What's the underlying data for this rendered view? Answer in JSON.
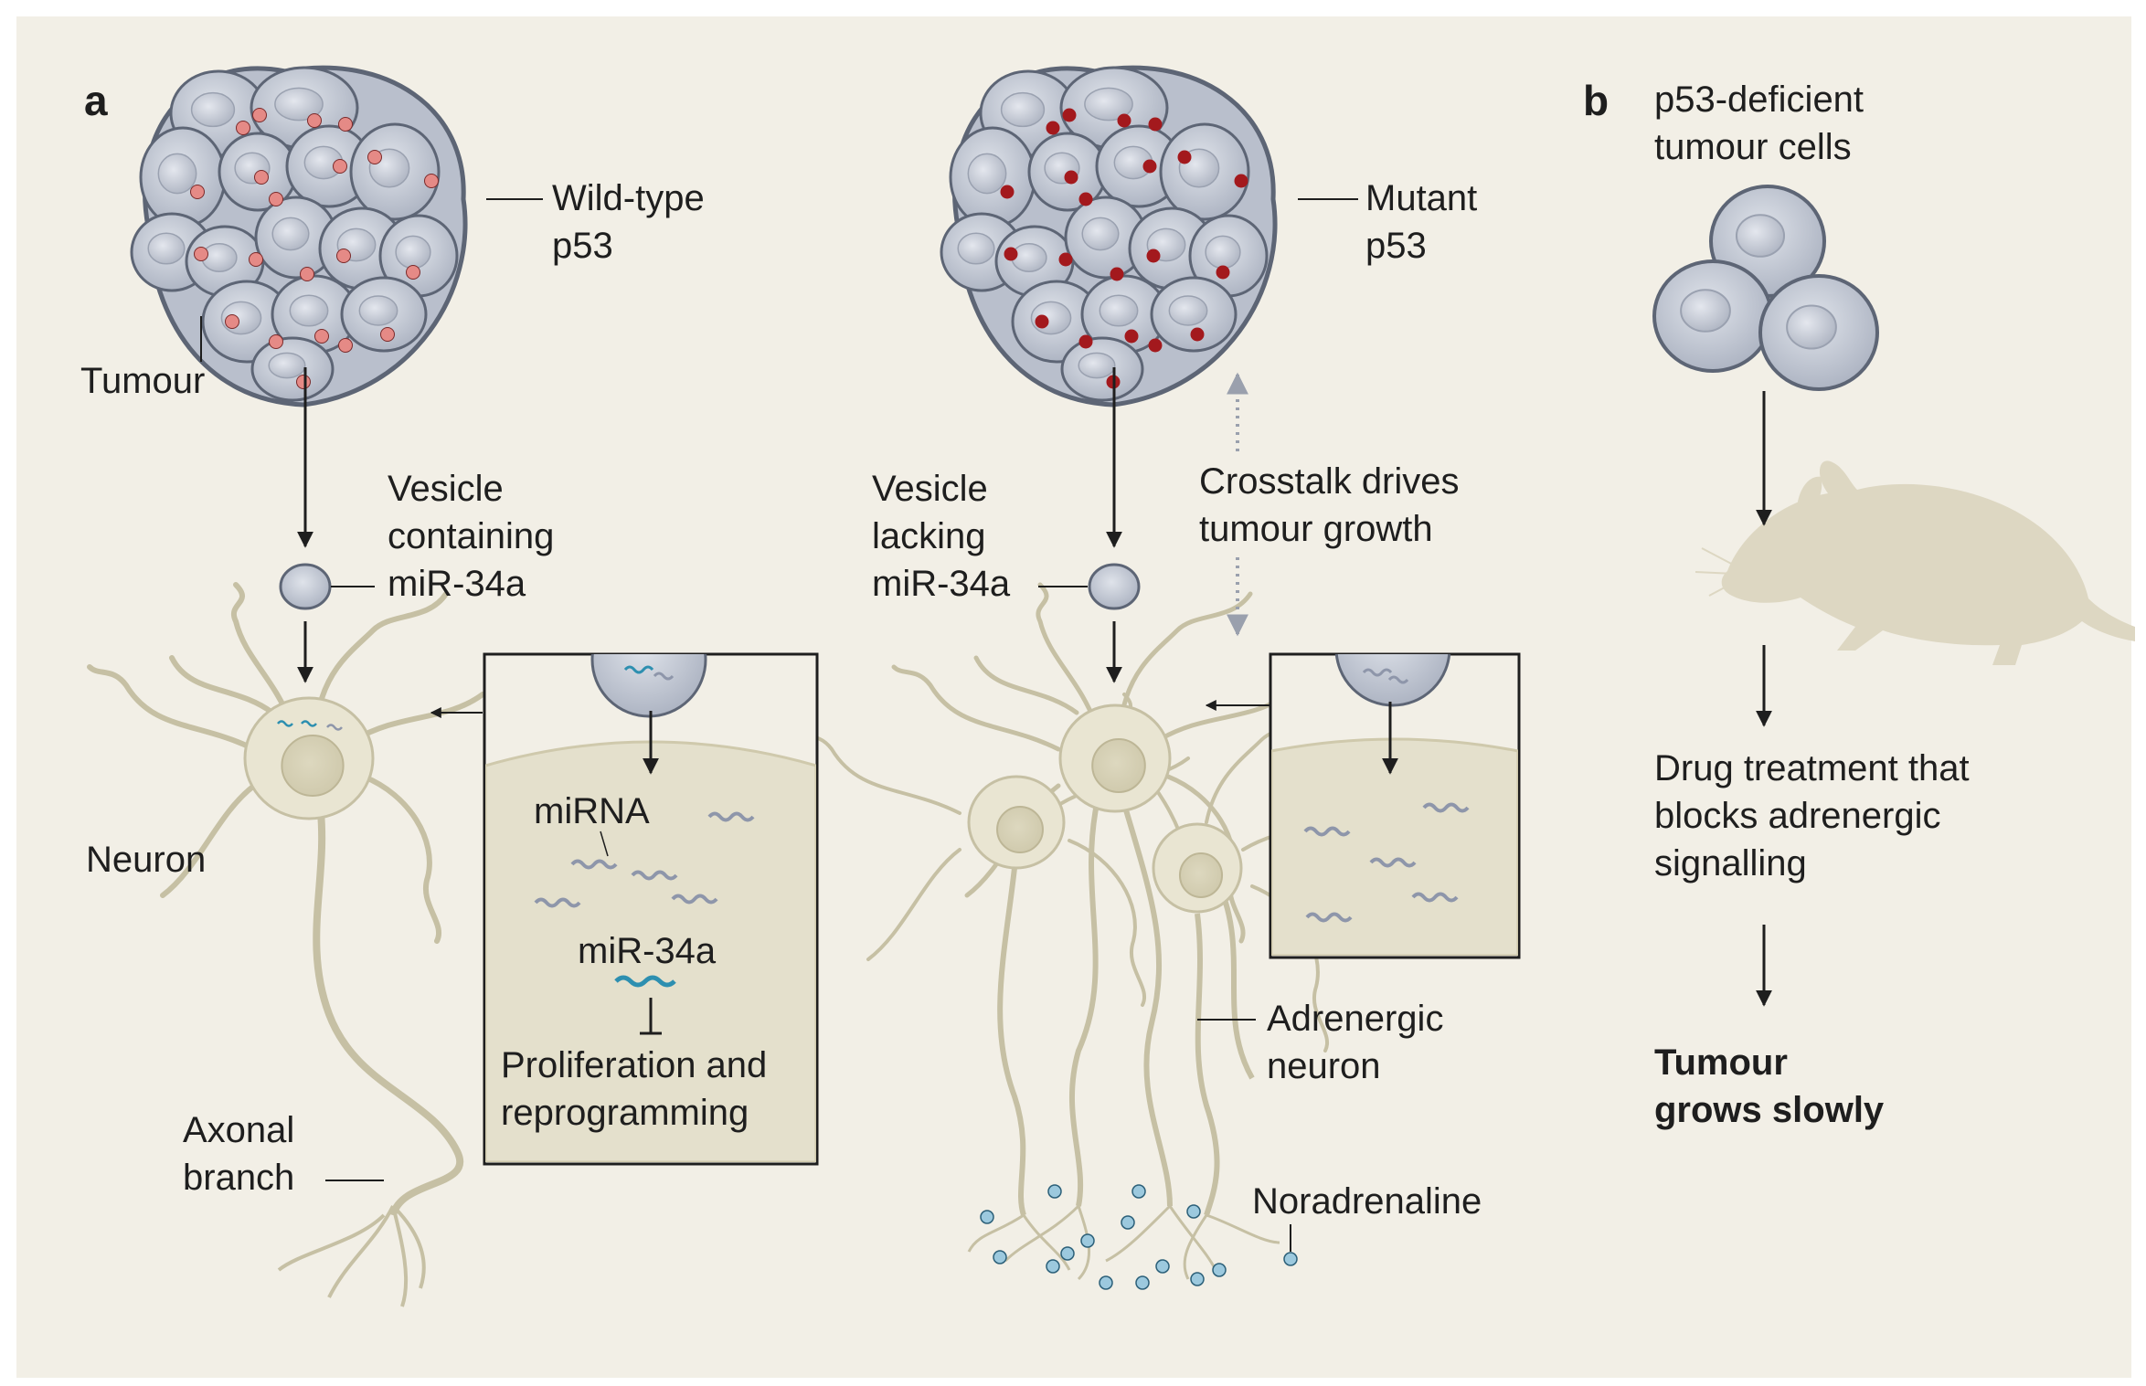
{
  "colors": {
    "background": "#f2efe6",
    "cell_fill": "#b9bfcc",
    "cell_stroke": "#5d6575",
    "wild_type_p53_dot": "#e58a86",
    "mutant_p53_dot": "#a3191d",
    "neuron_fill": "#e9e5d2",
    "neuron_stroke": "#c6c0a4",
    "mir34a_strand": "#2d8fb0",
    "mirna_strand": "#8e96aa",
    "noradrenaline_dot": "#9cc9de",
    "mouse_fill": "#ddd7c2"
  },
  "panel_a": {
    "label": "a",
    "tumour_label": "Tumour",
    "wild_type_label": [
      "Wild-type",
      "p53"
    ],
    "vesicle_containing_label": [
      "Vesicle",
      "containing",
      "miR-34a"
    ],
    "neuron_label": "Neuron",
    "axonal_branch_label": [
      "Axonal",
      "branch"
    ],
    "inset": {
      "mirna_label": "miRNA",
      "mir34a_label": "miR-34a",
      "outcome_label": [
        "Proliferation and",
        "reprogramming"
      ]
    },
    "mutant_label": [
      "Mutant",
      "p53"
    ],
    "vesicle_lacking_label": [
      "Vesicle",
      "lacking",
      "miR-34a"
    ],
    "crosstalk_label": [
      "Crosstalk drives",
      "tumour growth"
    ],
    "adrenergic_neuron_label": [
      "Adrenergic",
      "neuron"
    ],
    "noradrenaline_label": "Noradrenaline"
  },
  "panel_b": {
    "label": "b",
    "cells_label": [
      "p53-deficient",
      "tumour cells"
    ],
    "drug_label": [
      "Drug treatment that",
      "blocks adrenergic",
      "signalling"
    ],
    "result_label": [
      "Tumour",
      "grows slowly"
    ]
  }
}
